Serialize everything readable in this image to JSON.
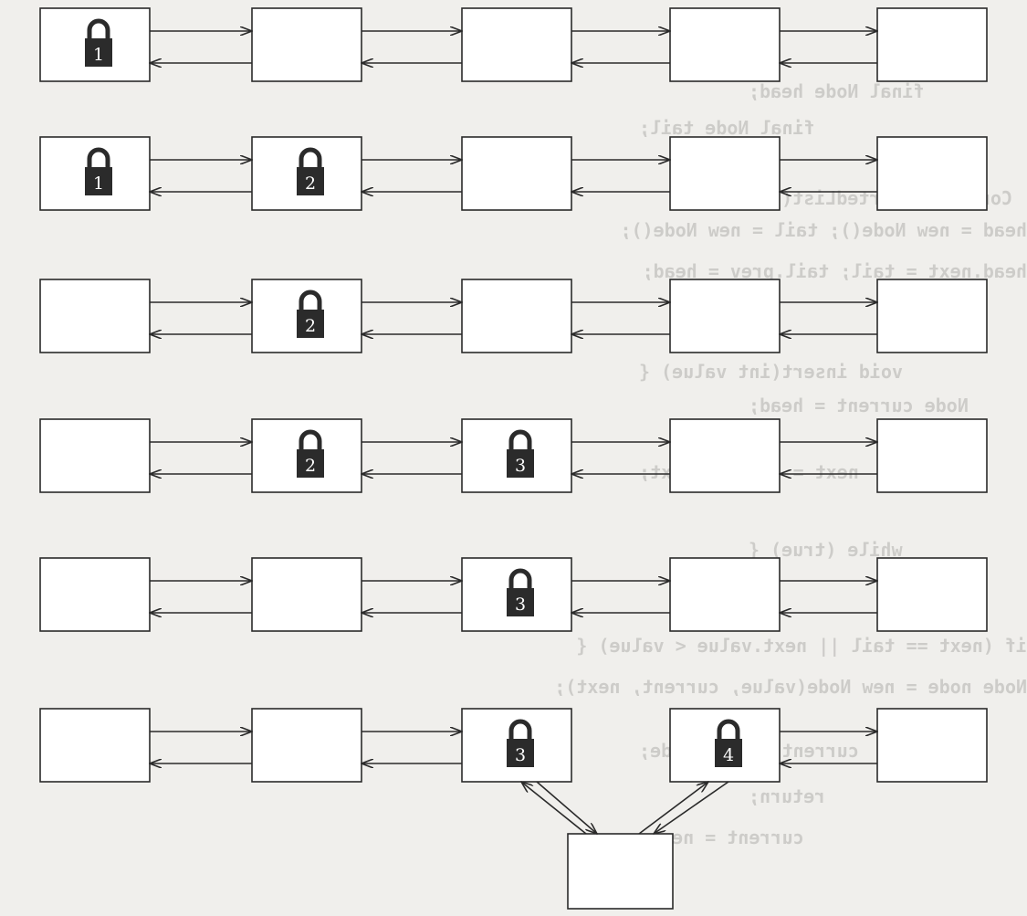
{
  "colors": {
    "background": "#f0efec",
    "box_fill": "#ffffff",
    "box_stroke": "#2a2a2a",
    "arrow": "#2a2a2a",
    "lock_body": "#2b2b2b",
    "lock_number": "#ffffff"
  },
  "bleed_through_code": [
    "final Node head;",
    "final Node tail;",
    "ConcurrentSortedList() {",
    "head = new Node(); tail = new Node();",
    "head.next = tail; tail.prev = head;",
    "void insert(int value) {",
    "Node current = head;",
    "next = current.next;",
    "while (true) {",
    "if (next == tail || next.value < value) {",
    "Node node = new Node(value, current, next);",
    "current.next = node;",
    "return;",
    "current = next;"
  ],
  "rows": [
    {
      "locks": [
        {
          "node": 1,
          "label": "1"
        }
      ],
      "insertion": false
    },
    {
      "locks": [
        {
          "node": 1,
          "label": "1"
        },
        {
          "node": 2,
          "label": "2"
        }
      ],
      "insertion": false
    },
    {
      "locks": [
        {
          "node": 2,
          "label": "2"
        }
      ],
      "insertion": false
    },
    {
      "locks": [
        {
          "node": 2,
          "label": "2"
        },
        {
          "node": 3,
          "label": "3"
        }
      ],
      "insertion": false
    },
    {
      "locks": [
        {
          "node": 3,
          "label": "3"
        }
      ],
      "insertion": false
    },
    {
      "locks": [
        {
          "node": 3,
          "label": "3"
        },
        {
          "node": 4,
          "label": "4"
        }
      ],
      "insertion": true
    }
  ],
  "nodes_per_row": 5,
  "lock_icon": "padlock-icon"
}
